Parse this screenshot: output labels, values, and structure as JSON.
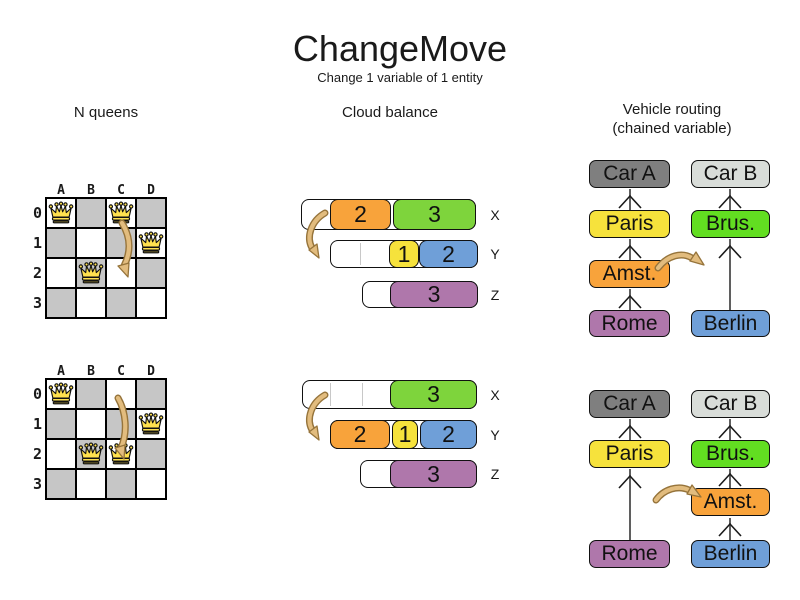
{
  "page": {
    "title": "ChangeMove",
    "subtitle": "Change 1 variable of 1 entity"
  },
  "palette": {
    "orange": "#F8A33B",
    "cloud_green": "#7ED43C",
    "yellow": "#F6E23C",
    "blue": "#6F9FD8",
    "purple": "#AF77AB",
    "vr_green": "#62DE21",
    "car_a_gray": "#7F7F7F",
    "car_b_gray": "#D9DDD9",
    "board_dark_square": "#C6C6C6",
    "queen_yellow": "#FFE14F",
    "move_arrow_tan": "#E2BC7E",
    "move_arrow_outline": "#96743B",
    "connector_gray": "#5F5F5F"
  },
  "nqueens": {
    "title": "N queens",
    "columns": [
      "A",
      "B",
      "C",
      "D"
    ],
    "rows": [
      "0",
      "1",
      "2",
      "3"
    ],
    "before": {
      "queens": [
        "A0",
        "C0",
        "D1",
        "B2"
      ],
      "move_from": "C0",
      "move_to": "C2"
    },
    "after": {
      "queens": [
        "A0",
        "D1",
        "B2",
        "C2"
      ],
      "move_from": "C0",
      "move_to": "C2"
    }
  },
  "cloud": {
    "title": "Cloud balance",
    "before": {
      "computers": [
        {
          "label": "X",
          "processes": [
            {
              "value": "2"
            },
            {
              "value": "3"
            }
          ]
        },
        {
          "label": "Y",
          "processes": [
            {
              "value": "1"
            },
            {
              "value": "2"
            }
          ]
        },
        {
          "label": "Z",
          "processes": [
            {
              "value": "3"
            }
          ]
        }
      ]
    },
    "after": {
      "computers": [
        {
          "label": "X",
          "processes": [
            {
              "value": "3"
            }
          ]
        },
        {
          "label": "Y",
          "processes": [
            {
              "value": "2"
            },
            {
              "value": "1"
            },
            {
              "value": "2"
            }
          ]
        },
        {
          "label": "Z",
          "processes": [
            {
              "value": "3"
            }
          ]
        }
      ]
    }
  },
  "vehicle": {
    "title": "Vehicle routing",
    "subtitle": "(chained variable)",
    "before": {
      "left": [
        {
          "label": "Car A"
        },
        {
          "label": "Paris"
        },
        {
          "label": "Amst."
        },
        {
          "label": "Rome"
        }
      ],
      "right": [
        {
          "label": "Car B"
        },
        {
          "label": "Brus."
        },
        {
          "label": "Berlin"
        }
      ]
    },
    "after": {
      "left": [
        {
          "label": "Car A"
        },
        {
          "label": "Paris"
        },
        {
          "label": "Rome"
        }
      ],
      "right": [
        {
          "label": "Car B"
        },
        {
          "label": "Brus."
        },
        {
          "label": "Amst."
        },
        {
          "label": "Berlin"
        }
      ]
    }
  }
}
